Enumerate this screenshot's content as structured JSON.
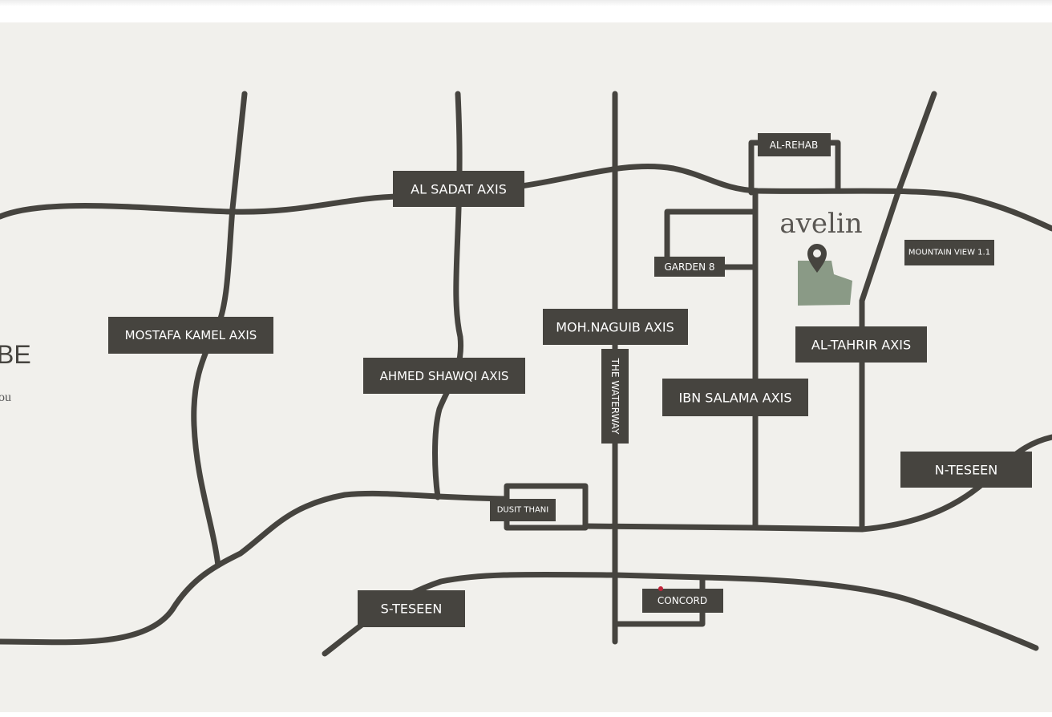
{
  "brand": {
    "name": "avelin",
    "accent": "#8a9a86",
    "road_color": "#46443f",
    "background": "#f1f0ec"
  },
  "side_panel": {
    "title_fragment": "BE",
    "text_fragment": "ou"
  },
  "labels": {
    "al_sadat": "AL SADAT AXIS",
    "mostafa_kamel": "MOSTAFA KAMEL AXIS",
    "ahmed_shawqi": "AHMED SHAWQI AXIS",
    "moh_naguib": "MOH.NAGUIB AXIS",
    "waterway": "THE WATERWAY",
    "garden8": "GARDEN 8",
    "al_rehab": "AL-REHAB",
    "ibn_salama": "IBN SALAMA AXIS",
    "al_tahrir": "AL-TAHRIR AXIS",
    "mountain_view": "MOUNTAIN VIEW 1.1",
    "n_teseen": "N-TESEEN",
    "dusit_thani": "DUSIT THANI",
    "concord": "CONCORD",
    "s_teseen": "S-TESEEN"
  }
}
